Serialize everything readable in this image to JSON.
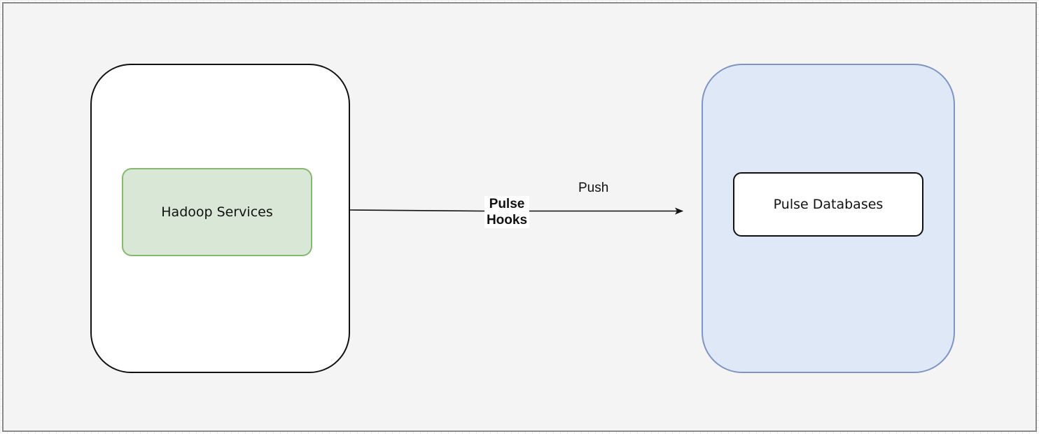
{
  "diagram": {
    "nodes": {
      "hadoop_services": "Hadoop Services",
      "pulse_databases": "Pulse Databases"
    },
    "edge": {
      "label_bold": "Pulse\nHooks",
      "label_top": "Push"
    },
    "colors": {
      "canvas": "#f4f4f4",
      "left_container_fill": "#ffffff",
      "left_container_stroke": "#111111",
      "right_container_fill": "#dee8f7",
      "right_container_stroke": "#7d95c2",
      "hadoop_fill": "#d9e8d6",
      "hadoop_stroke": "#86b86f",
      "db_fill": "#ffffff",
      "db_stroke": "#111111"
    }
  }
}
